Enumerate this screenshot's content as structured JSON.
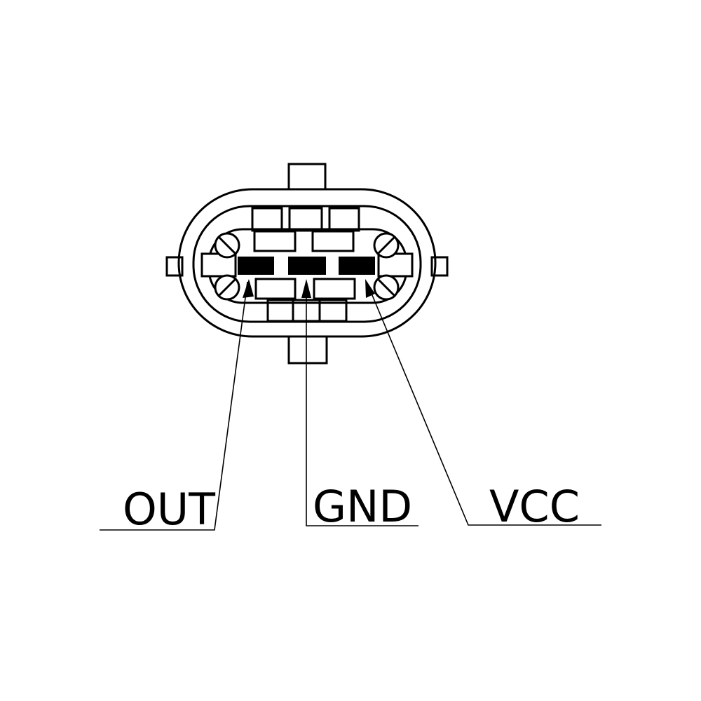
{
  "pins": [
    {
      "id": "out",
      "label": "OUT"
    },
    {
      "id": "gnd",
      "label": "GND"
    },
    {
      "id": "vcc",
      "label": "VCC"
    }
  ],
  "colors": {
    "line": "#000000",
    "background": "#ffffff"
  }
}
